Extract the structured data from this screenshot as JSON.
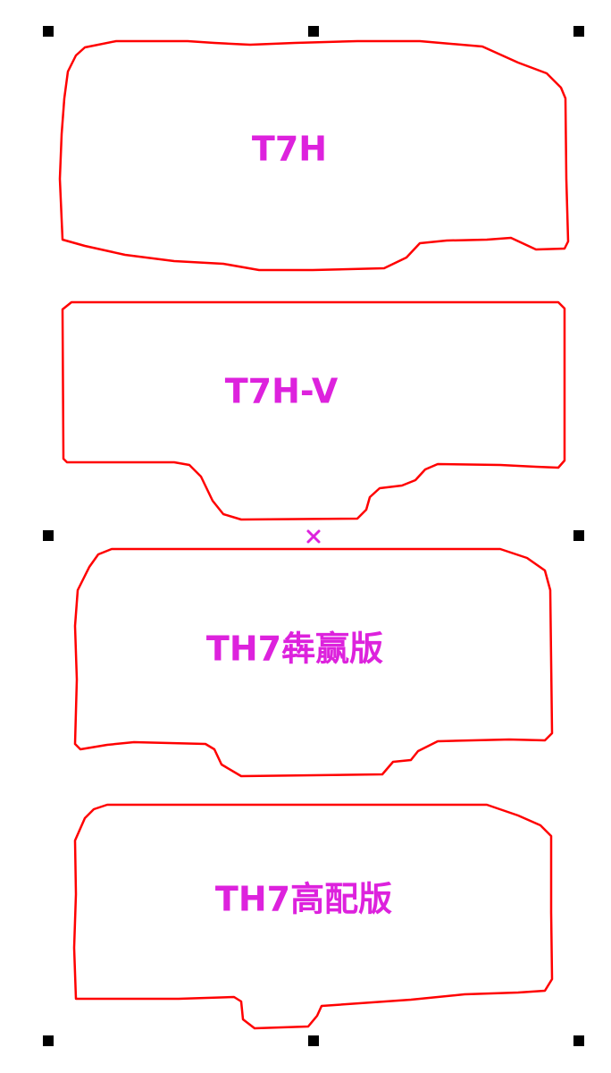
{
  "colors": {
    "outline": "#ff0000",
    "label": "#dd22dd",
    "handle": "#000000",
    "marker": "#dd22dd"
  },
  "shapes": [
    {
      "label": "T7H"
    },
    {
      "label": "T7H-V"
    },
    {
      "label": "TH7犇赢版"
    },
    {
      "label": "TH7高配版"
    }
  ],
  "selection": {
    "handles": [
      "top-left",
      "top-center",
      "top-right",
      "middle-left",
      "middle-right",
      "bottom-left",
      "bottom-center",
      "bottom-right"
    ],
    "center_marker_icon": "x-mark-icon"
  }
}
